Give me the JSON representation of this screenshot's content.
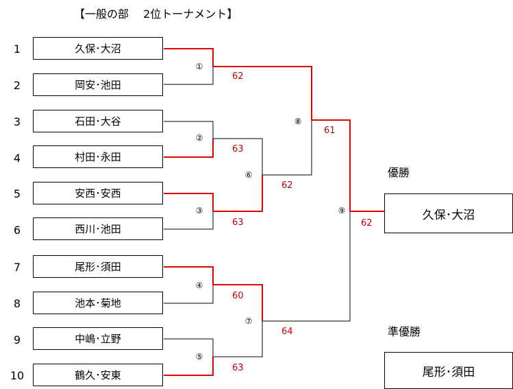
{
  "title": "【一般の部　 2位トーナメント】",
  "seeds": [
    "1",
    "2",
    "3",
    "4",
    "5",
    "6",
    "7",
    "8",
    "9",
    "10"
  ],
  "teams": [
    "久保･大沼",
    "岡安･池田",
    "石田･大谷",
    "村田･永田",
    "安西･安西",
    "西川･池田",
    "尾形･須田",
    "池本･菊地",
    "中嶋･立野",
    "鶴久･安東"
  ],
  "matches": {
    "m1": {
      "label": "①",
      "score": "62"
    },
    "m2": {
      "label": "②",
      "score": "63"
    },
    "m3": {
      "label": "③",
      "score": "63"
    },
    "m4": {
      "label": "④",
      "score": "60"
    },
    "m5": {
      "label": "⑤",
      "score": "63"
    },
    "m6": {
      "label": "⑥",
      "score": "62"
    },
    "m7": {
      "label": "⑦",
      "score": "64"
    },
    "m8": {
      "label": "⑧",
      "score": "61"
    },
    "m9": {
      "label": "⑨",
      "score": "62"
    }
  },
  "champion": {
    "label": "優勝",
    "name": "久保･大沼"
  },
  "runner_up": {
    "label": "準優勝",
    "name": "尾形･須田"
  },
  "colors": {
    "winner_line": "#dd0000",
    "line": "#000000",
    "score": "#c00000"
  }
}
